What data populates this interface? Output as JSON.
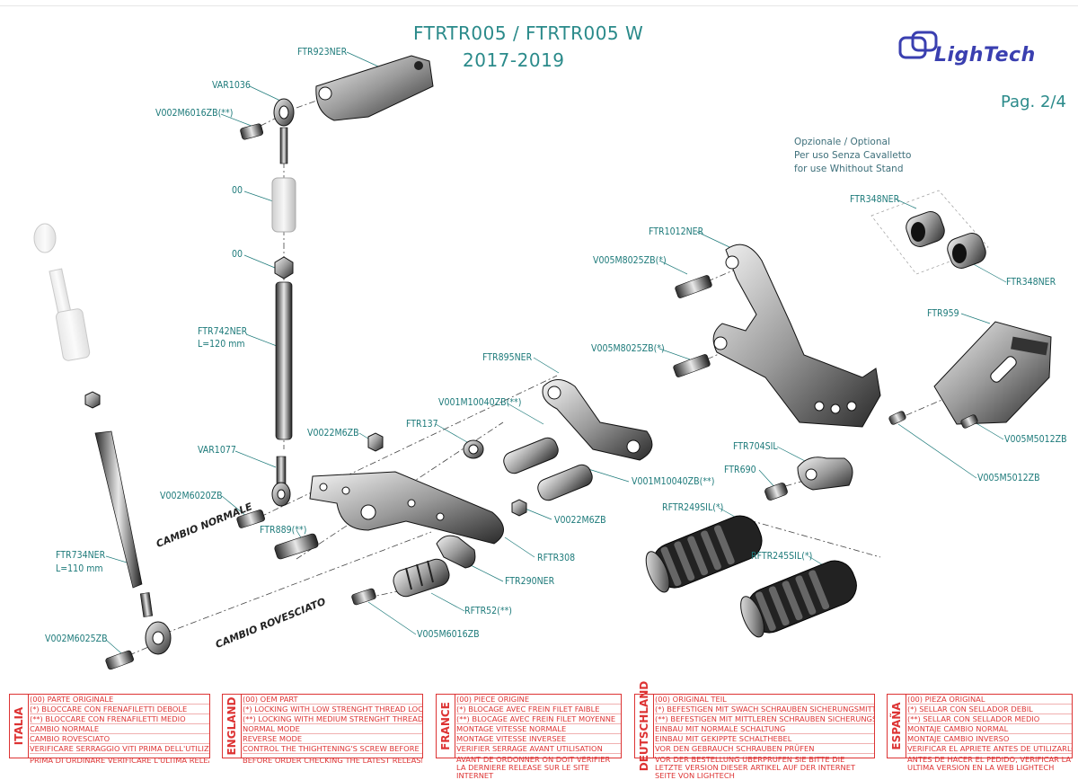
{
  "header": {
    "title_line1": "FTRTR005 / FTRTR005 W",
    "title_line2": "2017-2019",
    "page": "Pag. 2/4",
    "logo": "LighTech"
  },
  "optional_note": [
    "Opzionale / Optional",
    "Per uso Senza Cavalletto",
    "for use Whithout Stand"
  ],
  "cambio": {
    "normale": "CAMBIO NORMALE",
    "rovesciato": "CAMBIO ROVESCIATO"
  },
  "labels": {
    "ftr923ner": "FTR923NER",
    "var1036": "VAR1036",
    "v002m6016zb": "V002M6016ZB(**)",
    "oo_1": "00",
    "oo_2": "00",
    "ftr742ner": "FTR742NER",
    "ftr742ner_len": "L=120 mm",
    "var1077": "VAR1077",
    "v0022m6zb_1": "V0022M6ZB",
    "v002m6020zb": "V002M6020ZB",
    "ftr889": "FTR889(**)",
    "ftr734ner": "FTR734NER",
    "ftr734ner_len": "L=110 mm",
    "v002m6025zb": "V002M6025ZB",
    "ftr137": "FTR137",
    "v001m10040zb_1": "V001M10040ZB(**)",
    "ftr895ner": "FTR895NER",
    "v001m10040zb_2": "V001M10040ZB(**)",
    "v0022m6zb_2": "V0022M6ZB",
    "rftr308": "RFTR308",
    "ftr290ner": "FTR290NER",
    "rftr52": "RFTR52(**)",
    "v005m6016zb": "V005M6016ZB",
    "ftr1012ner": "FTR1012NER",
    "v005m8025zb_1": "V005M8025ZB(*)",
    "v005m8025zb_2": "V005M8025ZB(*)",
    "ftr348ner_1": "FTR348NER",
    "ftr348ner_2": "FTR348NER",
    "ftr959": "FTR959",
    "v005m5012zb_1": "V005M5012ZB",
    "v005m5012zb_2": "V005M5012ZB",
    "ftr704sil": "FTR704SIL",
    "ftr690": "FTR690",
    "rftr249sil": "RFTR249SIL(*)",
    "rftr245sil": "RFTR245SIL(*)"
  },
  "legend": [
    {
      "lang": "ITALIA",
      "rows": [
        "(00) PARTE ORIGINALE",
        "(*)    BLOCCARE CON FRENAFILETTI DEBOLE",
        "(**)   BLOCCARE CON FRENAFILETTI MEDIO",
        "CAMBIO NORMALE",
        "CAMBIO ROVESCIATO",
        "VERIFICARE SERRAGGIO VITI PRIMA DELL'UTILIZZO"
      ],
      "footer": "PRIMA DI ORDINARE VERIFICARE L'ULTIMA RELEASE SUL SITO"
    },
    {
      "lang": "ENGLAND",
      "rows": [
        "(00) OEM PART",
        "(*)    LOCKING WITH LOW STRENGHT THREAD LOCKER",
        "(**)   LOCKING WITH MEDIUM STRENGHT THREAD LOCKER",
        "NORMAL MODE",
        "REVERSE MODE",
        "CONTROL THE THIGHTENING'S SCREW BEFORE USING"
      ],
      "footer": "BEFORE ORDER CHECKING THE LATEST RELEASE ON WEBSITE"
    },
    {
      "lang": "FRANCE",
      "rows": [
        "(00) PIECE ORIGINE",
        "(*)    BLOCAGE AVEC FREIN FILET FAIBLE",
        "(**)   BLOCAGE AVEC FREIN FILET MOYENNE",
        "MONTAGE VITESSE NORMALE",
        "MONTAGE VITESSE INVERSEE",
        "VERIFIER SERRAGE AVANT UTILISATION"
      ],
      "footer": "AVANT DE ORDONNER ON DOIT VÉRIFIER LA DERNIERE RELEASE SUR LE SITE INTERNET"
    },
    {
      "lang": "DEUTSCHLAND",
      "rows": [
        "(00) ORIGINAL TEIL",
        "(*)    BEFESTIGEN MIT SWACH SCHRAUBEN SICHERUNGSMITTEL",
        "(**)   BEFESTIGEN MIT MITTLEREN SCHRAUBEN SICHERUNGSMITTEL",
        "EINBAU MIT NORMALE SCHALTUNG",
        "EINBAU MIT GEKIPPTE SCHALTHEBEL",
        "VOR DEN GEBRAUCH SCHRAUBEN PRÜFEN"
      ],
      "footer": "VOR DER BESTELLUNG ÜBERPRÜFEN SIE BITTE DIE LETZTE VERSION DIESER ARTIKEL AUF DER INTERNET SEITE VON LIGHTECH"
    },
    {
      "lang": "ESPAÑA",
      "rows": [
        "(00) PIEZA ORIGINAL",
        "(*)    SELLAR CON SELLADOR DEBIL",
        "(**)   SELLAR CON SELLADOR MEDIO",
        "MONTAJE  CAMBIO NORMAL",
        "MONTAJE  CAMBIO INVERSO",
        "VERIFICAR EL APRIETE ANTES DE UTILIZARLO"
      ],
      "footer": "ANTES DE HACER EL PEDIDO, VERIFICAR LA ULTIMA VERSION EN LA WEB LIGHTECH"
    }
  ],
  "colors": {
    "label": "#1d7a7a",
    "title": "#2a8a8a",
    "legend": "#dd3333",
    "logo": "#3a3fb0"
  }
}
